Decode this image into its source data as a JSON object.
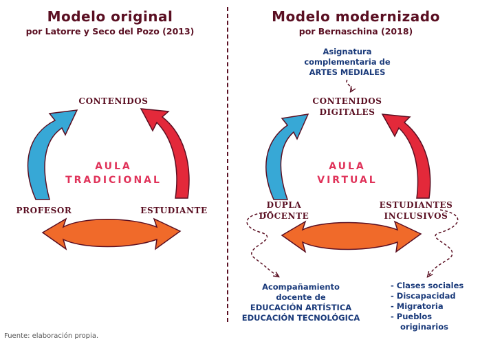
{
  "left": {
    "title": "Modelo original",
    "subtitle": "por Latorre y Seco del Pozo (2013)",
    "top_node": "CONTENIDOS",
    "left_node": "PROFESOR",
    "right_node": "ESTUDIANTE",
    "center_line1": "AULA",
    "center_line2": "TRADICIONAL"
  },
  "right": {
    "title": "Modelo modernizado",
    "subtitle": "por Bernaschina (2018)",
    "top_note": [
      "Asignatura",
      "complementaria de",
      "ARTES MEDIALES"
    ],
    "top_node": [
      "CONTENIDOS",
      "DIGITALES"
    ],
    "left_node": [
      "DUPLA",
      "DOCENTE"
    ],
    "right_node": [
      "ESTUDIANTES",
      "INCLUSIVOS"
    ],
    "center_line1": "AULA",
    "center_line2": "VIRTUAL",
    "bottom_left_note": [
      "Acompañamiento",
      "docente de",
      "EDUCACIÓN ARTÍSTICA",
      "EDUCACIÓN TECNOLÓGICA"
    ],
    "bottom_right_list": [
      "- Clases sociales",
      "- Discapacidad",
      "- Migratoria",
      "- Pueblos",
      "originarios"
    ]
  },
  "caption": "Fuente: elaboración propia.",
  "colors": {
    "dark_red": "#5a0f22",
    "arrow_blue": "#37a8d6",
    "arrow_red": "#e3293a",
    "arrow_orange": "#f06a2a",
    "center_pink": "#e0335a",
    "note_blue": "#1a3a7a"
  }
}
